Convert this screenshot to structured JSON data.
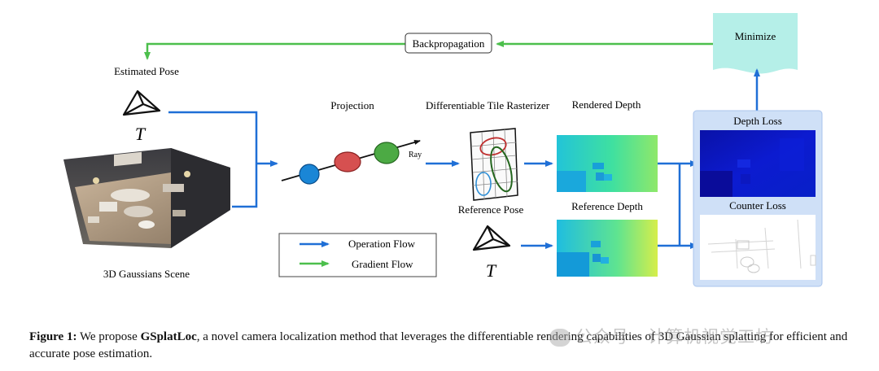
{
  "labels": {
    "estimated_pose": "Estimated  Pose",
    "T_top": "T",
    "T_bottom": "T",
    "scene": "3D Gaussians Scene",
    "projection": "Projection",
    "ray": "Ray",
    "rasterizer": "Differentiable Tile Rasterizer",
    "reference_pose": "Reference  Pose",
    "rendered_depth": "Rendered Depth",
    "reference_depth": "Reference Depth",
    "depth_loss": "Depth Loss",
    "counter_loss": "Counter Loss",
    "minimize": "Minimize",
    "backpropagation": "Backpropagation"
  },
  "legend": {
    "operation": "Operation Flow",
    "gradient": "Gradient Flow"
  },
  "caption": {
    "figure": "Figure 1:",
    "pre": " We propose ",
    "method": "GSplatLoc",
    "post": ", a novel camera localization method that leverages the differentiable rendering capabilities of 3D Gaussian splatting for efficient and accurate pose estimation."
  },
  "watermark": "公众号 · 计算机视觉工坊",
  "colors": {
    "operation_flow": "#1f6fd6",
    "gradient_flow": "#4cbf4c",
    "minimize_fill": "#b5efe8",
    "loss_panel": "#cfe0f7",
    "depth_loss_fill": "#0a0fb4"
  }
}
